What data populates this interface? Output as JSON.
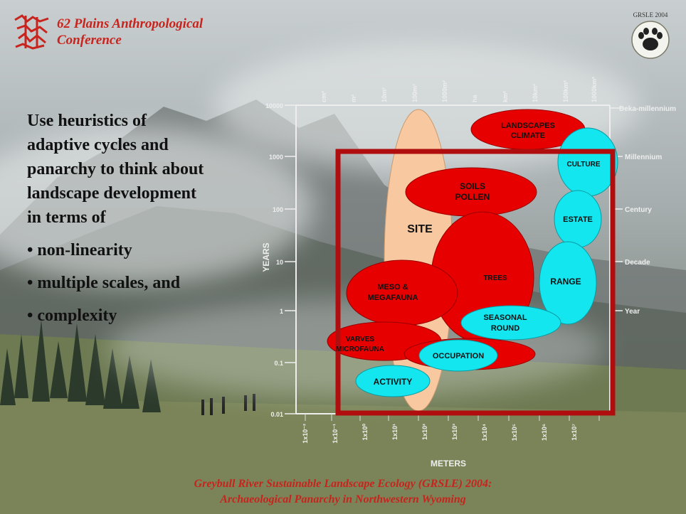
{
  "header": {
    "conference_line1": "62 Plains Anthropological",
    "conference_line2": "Conference",
    "badge_text": "GRSLE 2004"
  },
  "main": {
    "lines": [
      "Use heuristics of",
      "adaptive cycles and",
      "panarchy to think about",
      "landscape development",
      "in terms of"
    ],
    "bullets": [
      "• non-linearity",
      "• multiple scales, and",
      "• complexity"
    ]
  },
  "diagram": {
    "y_axis_label": "YEARS",
    "x_axis_label": "METERS",
    "y_ticks": [
      "10000",
      "1000",
      "100",
      "10",
      "1",
      "0.1",
      "0.01"
    ],
    "right_ticks": [
      "Deka-millennium",
      "Millennium",
      "Century",
      "Decade",
      "Year"
    ],
    "top_ticks": [
      "cm²",
      "m²",
      "10m²",
      "100m²",
      "1000m²",
      "ha",
      "km²",
      "10km²",
      "100km²",
      "1000km²"
    ],
    "bottom_ticks": [
      "1x10⁻²",
      "1x10⁻¹",
      "1x10⁰",
      "1x10¹",
      "1x10²",
      "1x10³",
      "1x10⁴",
      "1x10⁵",
      "1x10⁶",
      "1x10⁷"
    ],
    "regions": {
      "landscapes": "LANDSCAPES",
      "climate": "CLIMATE",
      "culture": "CULTURE",
      "soils": "SOILS",
      "pollen": "POLLEN",
      "estate": "ESTATE",
      "site": "SITE",
      "range": "RANGE",
      "trees": "TREES",
      "meso": "MESO &",
      "megafauna": "MEGAFAUNA",
      "seasonal": "SEASONAL",
      "round": "ROUND",
      "varves": "VARVES",
      "microfauna": "MICROFAUNA",
      "occupation": "OCCUPATION",
      "activity": "ACTIVITY"
    },
    "colors": {
      "red": "#e60000",
      "cyan": "#14e6f0",
      "peach": "#f8c9a0",
      "frame": "#b00e0e"
    }
  },
  "footer": {
    "line1": "Greybull River Sustainable Landscape Ecology (GRSLE) 2004:",
    "line2": "Archaeological Panarchy in Northwestern Wyoming"
  }
}
